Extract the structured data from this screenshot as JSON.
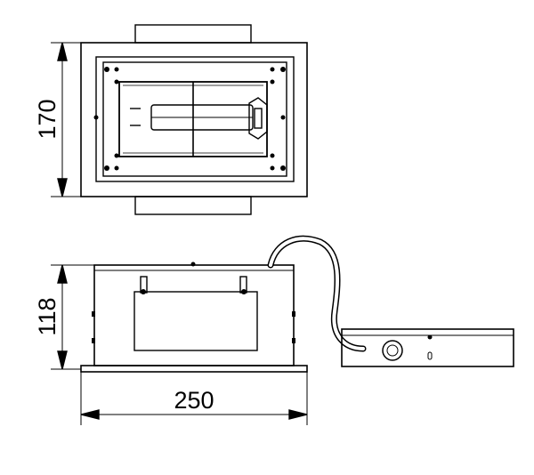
{
  "dimensions": {
    "top_height": "170",
    "side_height": "118",
    "side_width": "250"
  }
}
